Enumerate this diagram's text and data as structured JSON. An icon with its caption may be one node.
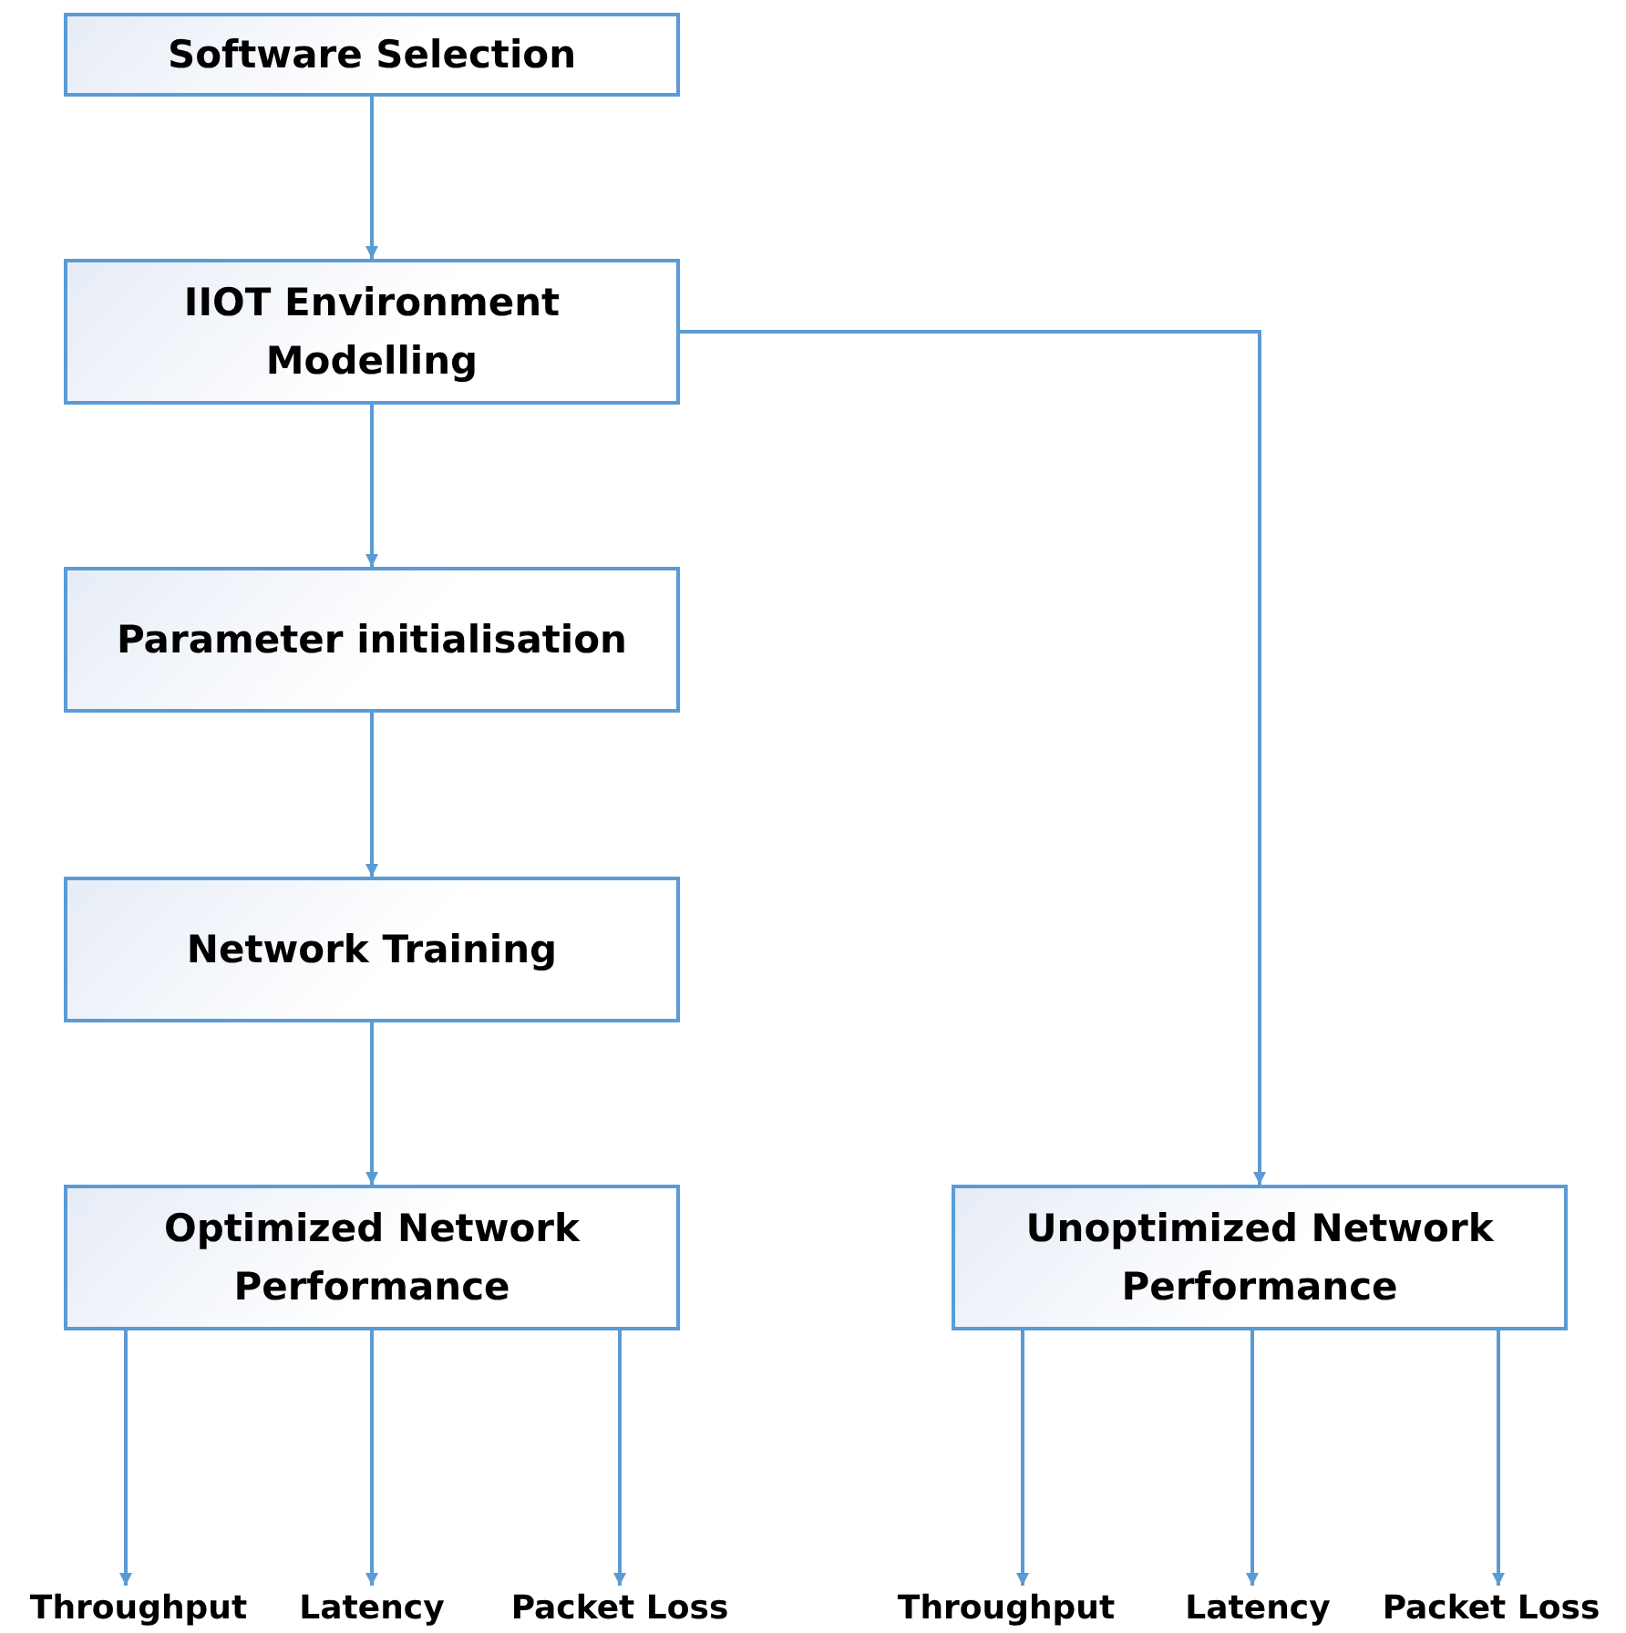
{
  "diagram": {
    "nodes": [
      {
        "text": [
          "Software Selection"
        ]
      },
      {
        "text": [
          "IIOT Environment Modelling"
        ]
      },
      {
        "text": [
          "Parameter initialisation"
        ]
      },
      {
        "text": [
          "Network Training"
        ]
      },
      {
        "text": [
          "Optimized Network Performance"
        ]
      },
      {
        "text": [
          "Unoptimized Network Performance"
        ]
      },
      {
        "text": [
          "Throughput"
        ]
      },
      {
        "text": [
          "Latency"
        ]
      },
      {
        "text": [
          "Packet Loss"
        ]
      },
      {
        "text": [
          "Throughput"
        ]
      },
      {
        "text": [
          "Latency"
        ]
      },
      {
        "text": [
          "Packet Loss"
        ]
      }
    ],
    "edges": [
      {
        "from": 0,
        "to": 1,
        "arrow": "to"
      },
      {
        "from": 1,
        "to": 2,
        "arrow": "to"
      },
      {
        "from": 1,
        "to": 5,
        "arrow": "to"
      },
      {
        "from": 2,
        "to": 3,
        "arrow": "to"
      },
      {
        "from": 3,
        "to": 4,
        "arrow": "to"
      },
      {
        "from": 4,
        "to": 6,
        "arrow": "to"
      },
      {
        "from": 4,
        "to": 7,
        "arrow": "to"
      },
      {
        "from": 4,
        "to": 8,
        "arrow": "to"
      },
      {
        "from": 5,
        "to": 9,
        "arrow": "to"
      },
      {
        "from": 5,
        "to": 10,
        "arrow": "to"
      },
      {
        "from": 5,
        "to": 11,
        "arrow": "to"
      }
    ]
  }
}
